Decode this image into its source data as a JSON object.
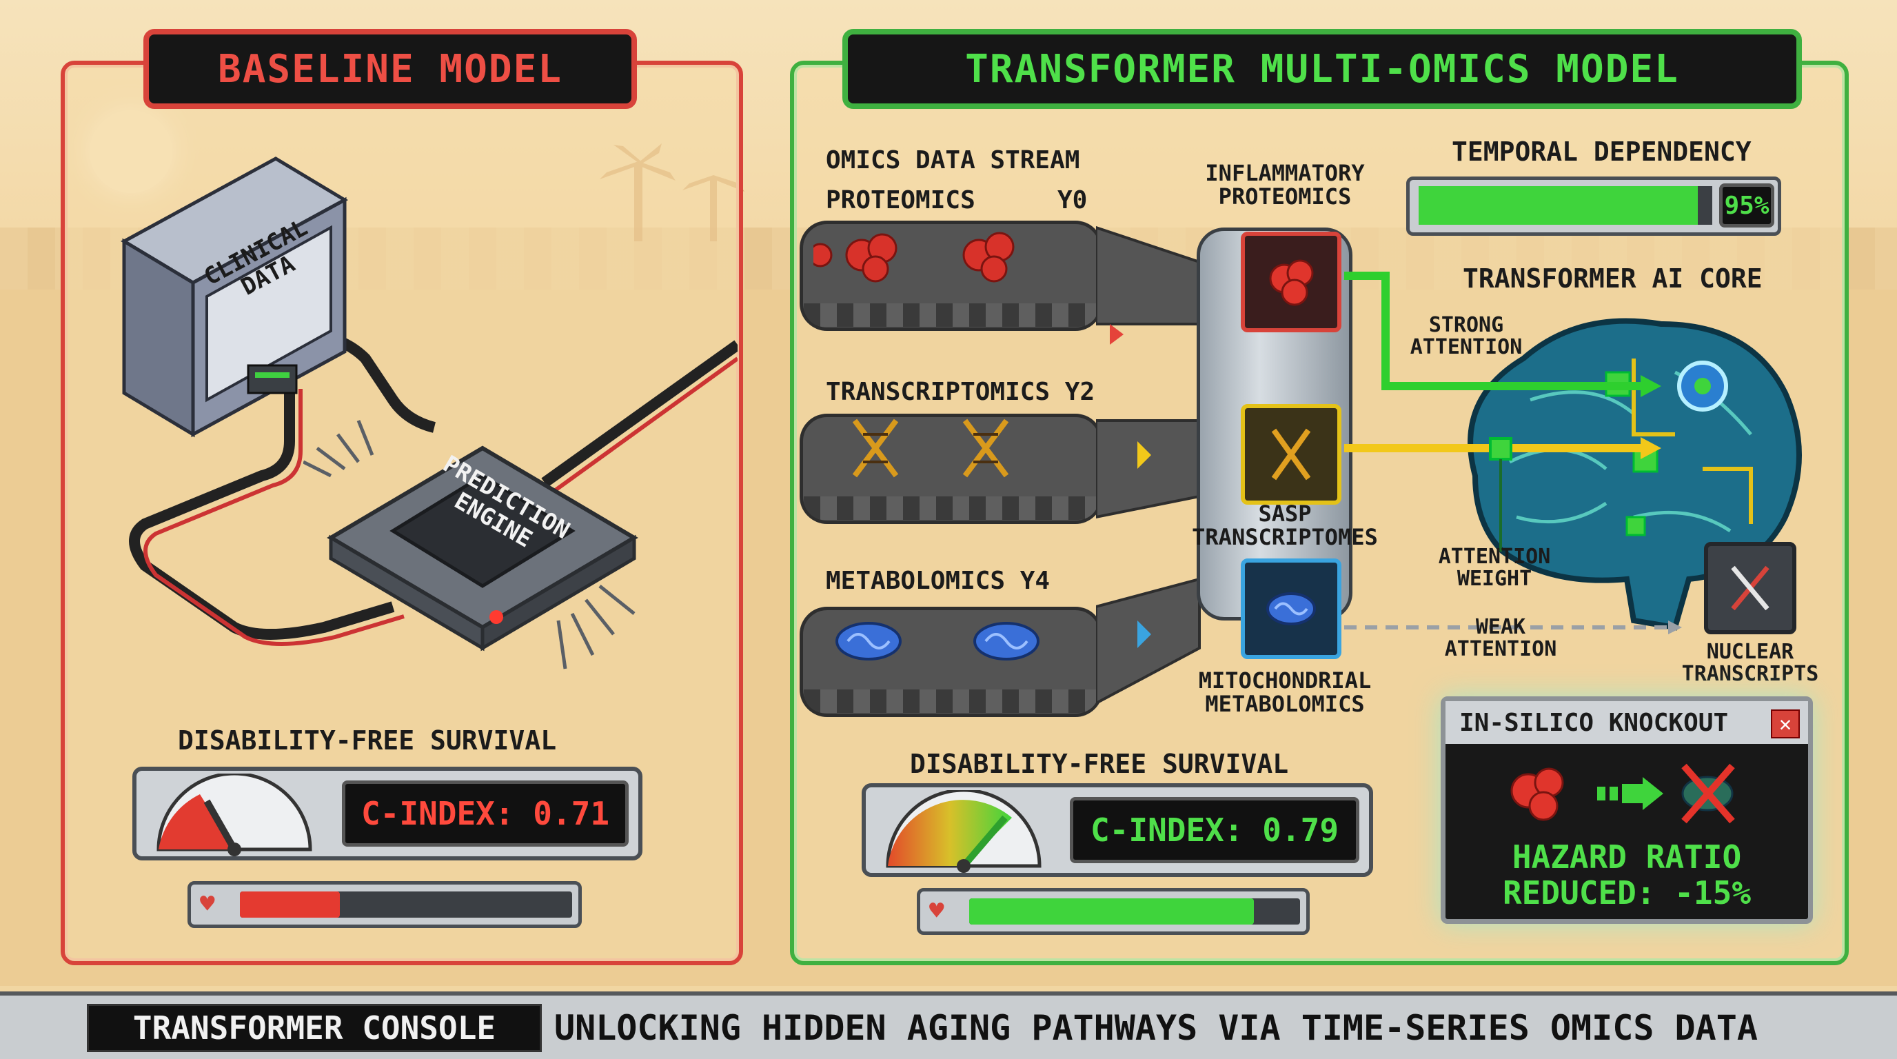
{
  "baseline": {
    "title": "BASELINE MODEL",
    "clinical_label": "CLINICAL DATA",
    "chip_label": "PREDICTION ENGINE",
    "survival_label": "DISABILITY-FREE SURVIVAL",
    "c_index": "C-INDEX: 0.71",
    "health_fill": 0.3,
    "accent": "#d8433a"
  },
  "transformer": {
    "title": "TRANSFORMER MULTI-OMICS MODEL",
    "stream_header": "OMICS DATA STREAM",
    "proteomics_label": "PROTEOMICS",
    "proteomics_year": "Y0",
    "transcriptomics_label": "TRANSCRIPTOMICS Y2",
    "metabolomics_label": "METABOLOMICS Y4",
    "inflammatory_label": "INFLAMMATORY PROTEOMICS",
    "sasp_label": "SASP TRANSCRIPTOMES",
    "mito_label": "MITOCHONDRIAL METABOLOMICS",
    "temporal_label": "TEMPORAL DEPENDENCY",
    "temporal_value": "95%",
    "temporal_fill": 0.95,
    "core_label": "TRANSFORMER AI CORE",
    "strong_attention": "STRONG ATTENTION",
    "attention_weight": "ATTENTION WEIGHT",
    "weak_attention": "WEAK ATTENTION",
    "nuclear_label": "NUCLEAR TRANSCRIPTS",
    "survival_label": "DISABILITY-FREE SURVIVAL",
    "c_index": "C-INDEX: 0.79",
    "health_fill": 0.86,
    "accent": "#3fb040"
  },
  "knockout": {
    "title": "IN-SILICO KNOCKOUT",
    "hazard_line1": "HAZARD RATIO",
    "hazard_line2": "REDUCED: -15%"
  },
  "footer": {
    "badge": "TRANSFORMER CONSOLE",
    "text": "UNLOCKING HIDDEN AGING PATHWAYS VIA TIME-SERIES OMICS DATA"
  },
  "icons": [
    "heart-icon",
    "gear-icon",
    "close-icon",
    "dna-icon",
    "protein-icon",
    "mitochondria-icon",
    "brain-icon",
    "chip-icon"
  ]
}
